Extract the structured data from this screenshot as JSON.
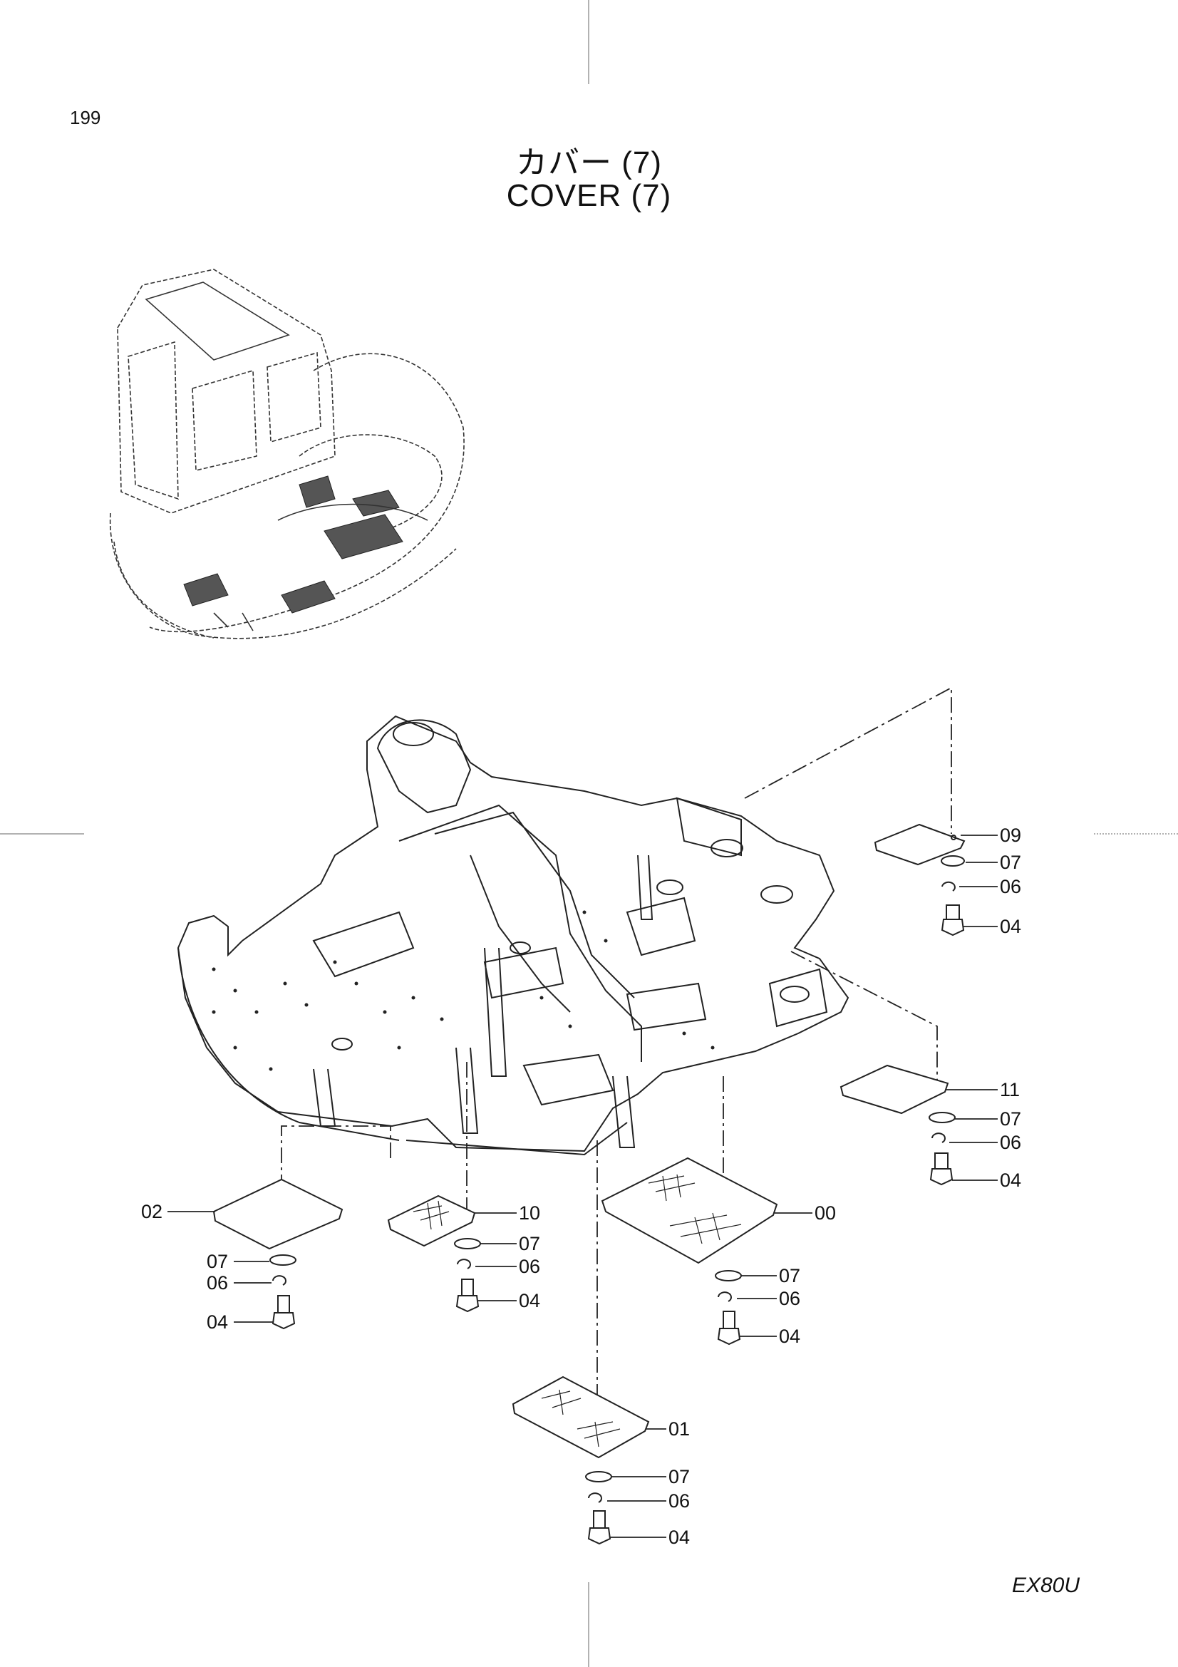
{
  "page_number": "199",
  "title_jp": "カバー (7)",
  "title_en": "COVER (7)",
  "model": "EX80U",
  "callouts": {
    "c09": "09",
    "c07_a": "07",
    "c06_a": "06",
    "c04_a": "04",
    "c11": "11",
    "c07_b": "07",
    "c06_b": "06",
    "c04_b": "04",
    "c02": "02",
    "c07_c": "07",
    "c06_c": "06",
    "c04_c": "04",
    "c10": "10",
    "c07_d": "07",
    "c06_d": "06",
    "c04_d": "04",
    "c00": "00",
    "c07_e": "07",
    "c06_e": "06",
    "c04_e": "04",
    "c01": "01",
    "c07_f": "07",
    "c06_f": "06",
    "c04_f": "04"
  }
}
